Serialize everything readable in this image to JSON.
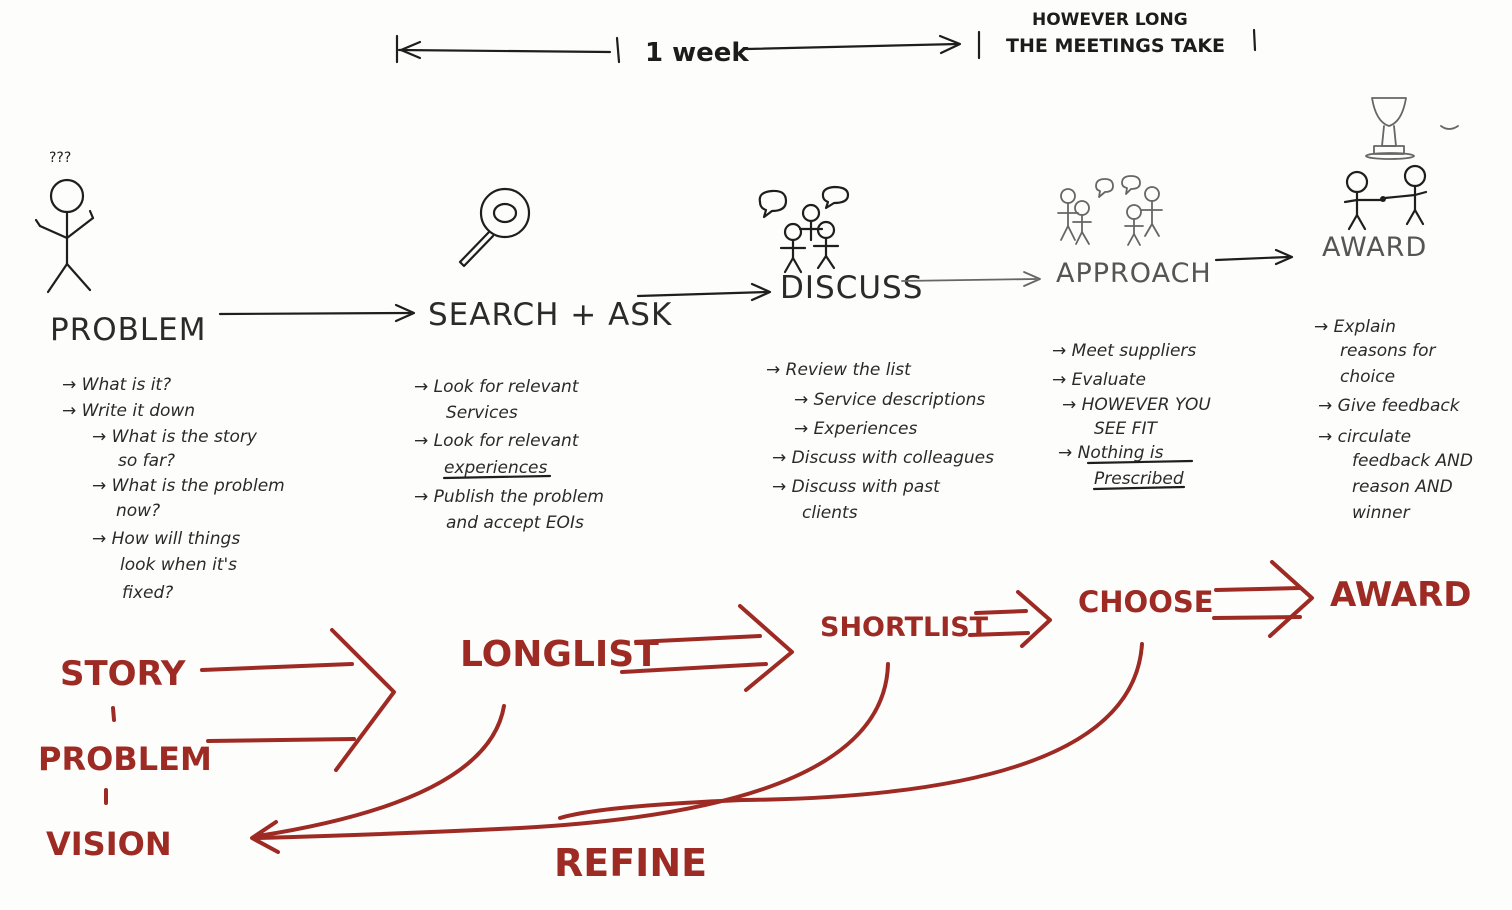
{
  "timeline": {
    "week_label": "1 week",
    "however_line1": "HOWEVER LONG",
    "however_line2": "THE MEETINGS TAKE"
  },
  "stages": {
    "problem": {
      "marks": "???",
      "title": "PROBLEM",
      "notes": [
        "→ What is it?",
        "→ Write it down",
        "→ What is the story",
        "so far?",
        "→ What is the problem",
        "now?",
        "→ How will things",
        "look when it's",
        "fixed?"
      ]
    },
    "search": {
      "title": "SEARCH + ASK",
      "notes": [
        "→ Look for relevant",
        "Services",
        "→ Look for relevant",
        "experiences",
        "→ Publish the problem",
        "and accept EOIs"
      ]
    },
    "discuss": {
      "title": "DISCUSS",
      "notes": [
        "→ Review the list",
        "→ Service descriptions",
        "→ Experiences",
        "→ Discuss with colleagues",
        "→ Discuss with past",
        "clients"
      ]
    },
    "approach": {
      "title": "APPROACH",
      "notes": [
        "→ Meet suppliers",
        "→ Evaluate",
        "→ HOWEVER YOU",
        "SEE FIT",
        "→ Nothing is",
        "Prescribed"
      ]
    },
    "award": {
      "title": "AWARD",
      "notes": [
        "→ Explain",
        "reasons for",
        "choice",
        "→ Give feedback",
        "→ circulate",
        "feedback AND",
        "reason AND",
        "winner"
      ]
    }
  },
  "flow": {
    "story": "STORY",
    "problem": "PROBLEM",
    "vision": "VISION",
    "longlist": "LONGLIST",
    "shortlist": "SHORTLIST",
    "choose": "CHOOSE",
    "award": "AWARD",
    "refine": "REFINE"
  },
  "colors": {
    "ink": "#1e1e1e",
    "red_marker": "#9e2a24"
  }
}
